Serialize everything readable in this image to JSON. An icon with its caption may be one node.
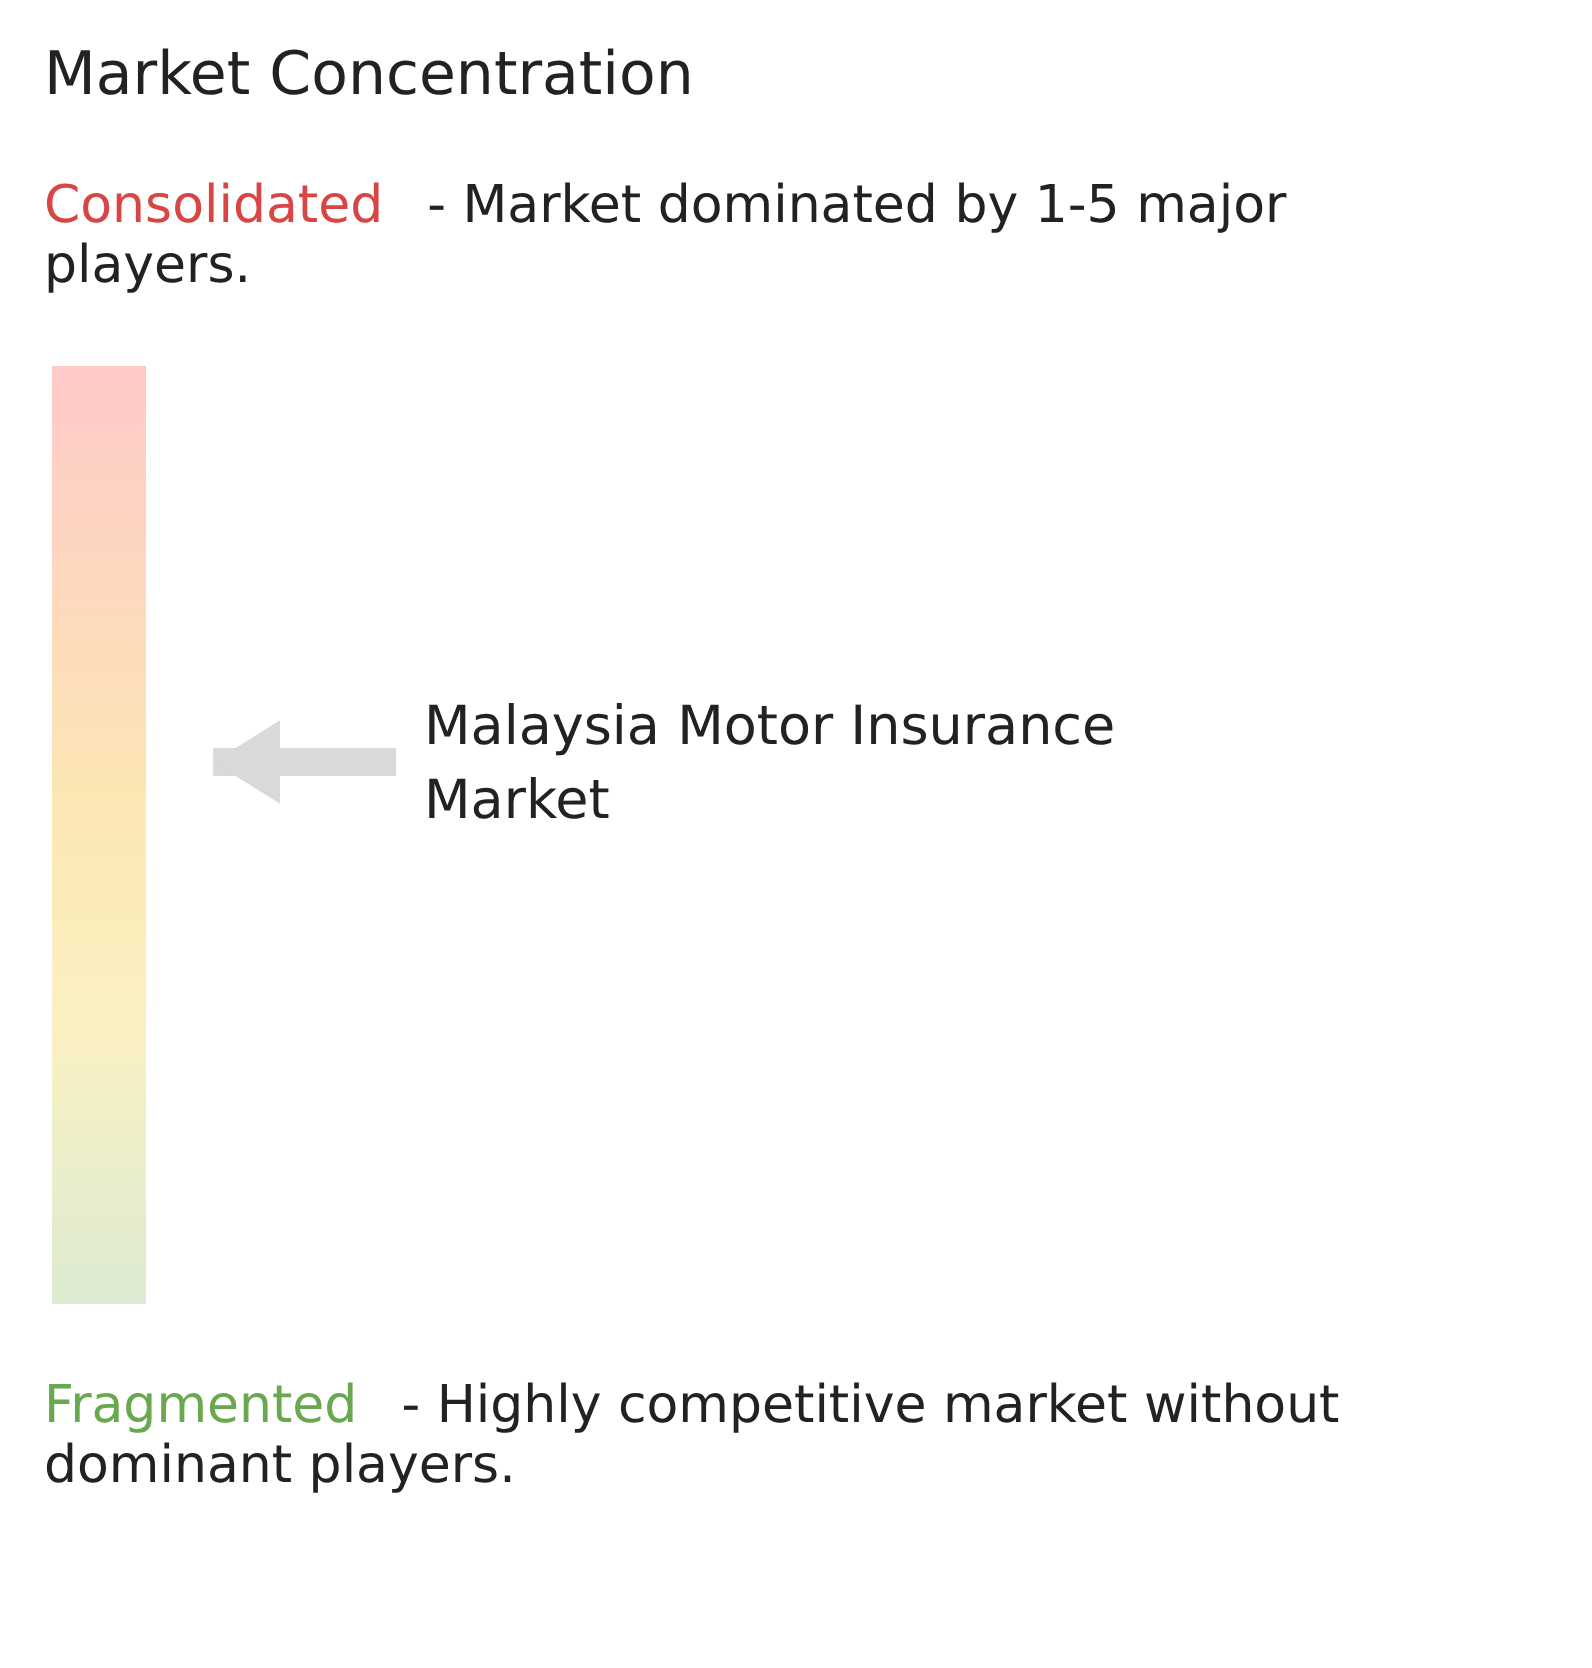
{
  "diagram": {
    "title": "Market Concentration",
    "nodes": [
      {
        "text": [],
        "shape": "bar"
      },
      {
        "text": [
          "Malaysia Motor Insurance Market"
        ]
      }
    ],
    "edges": [
      {
        "from": 1,
        "to": 0,
        "arrow": "to"
      }
    ],
    "labels": [
      "Consolidated",
      "- Market dominated by 1-5 major players.",
      "Fragmented",
      "- Highly competitive market without dominant players."
    ]
  }
}
